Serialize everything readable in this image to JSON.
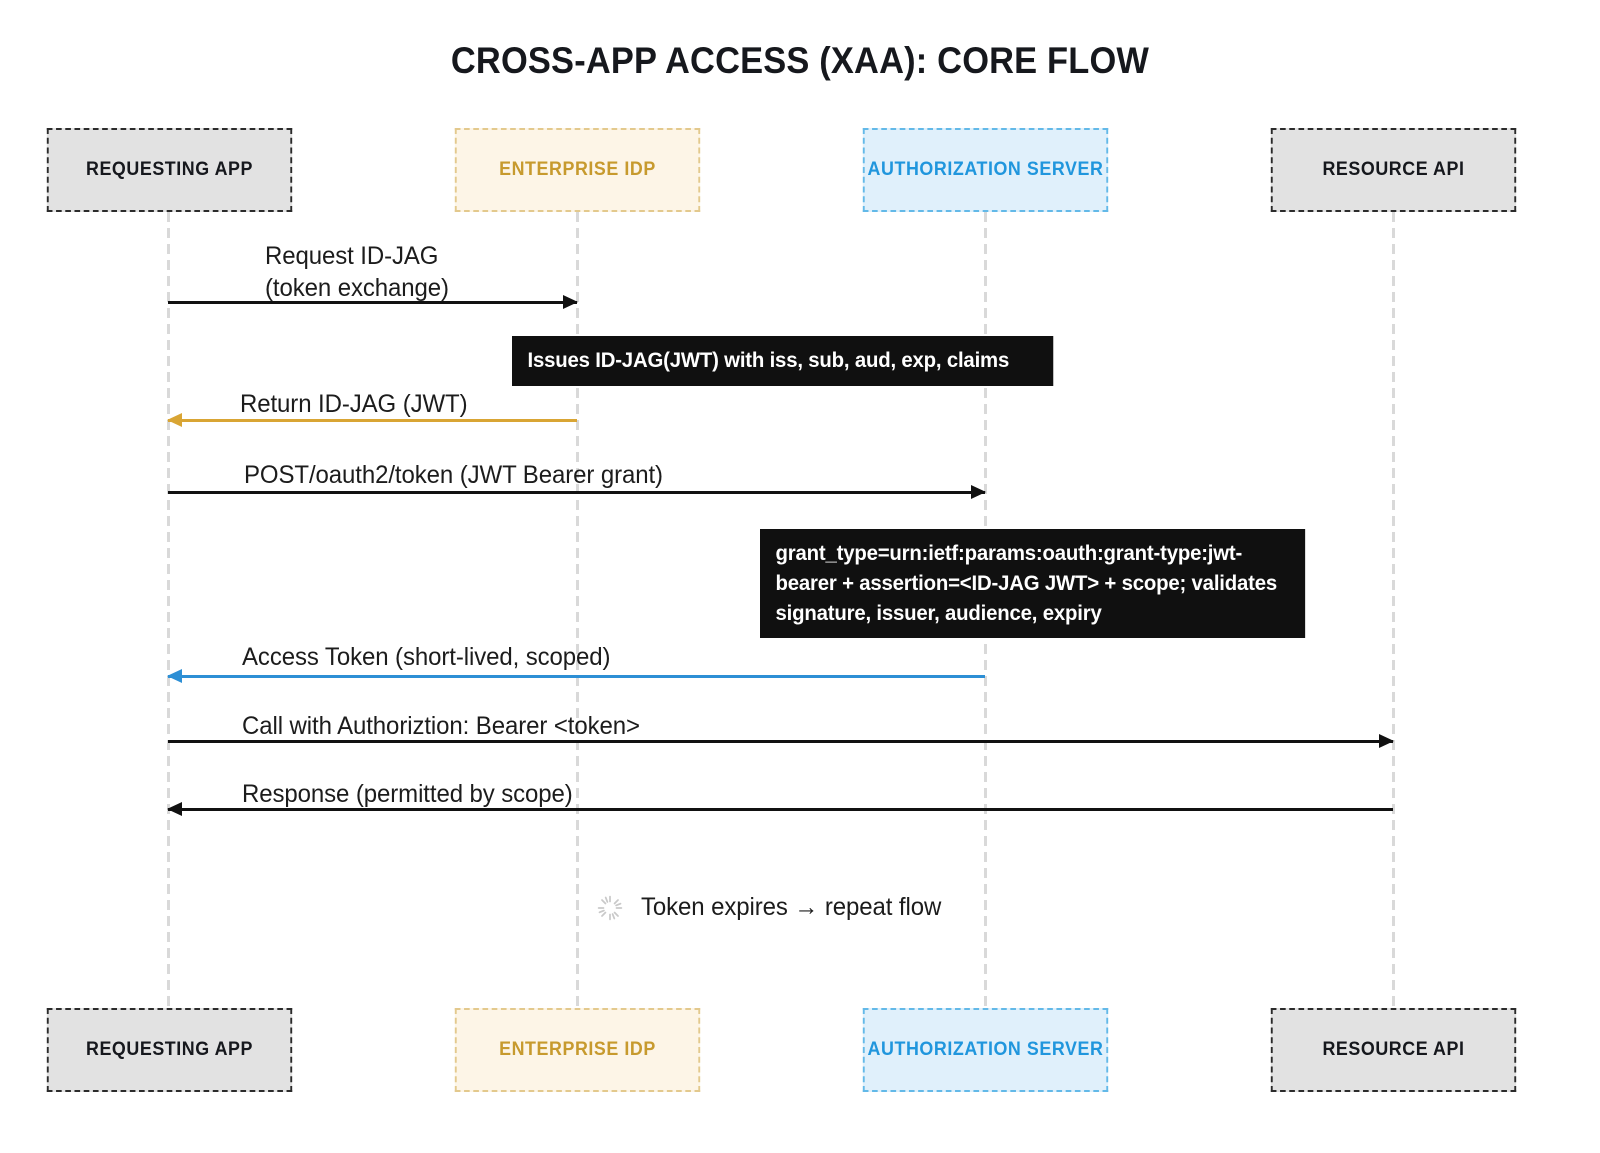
{
  "title": "CROSS-APP ACCESS (XAA): CORE FLOW",
  "colors": {
    "arrow_black": "#111111",
    "arrow_gold": "#d9a534",
    "arrow_blue": "#2d8fd5",
    "idp_text": "#c79a2e",
    "idp_fill": "#fdf5e7",
    "auth_text": "#2096dd",
    "auth_fill": "#e0f0fb",
    "gray_fill": "#e2e2e2",
    "note_bg": "#101010",
    "lifeline": "#d9d9d9"
  },
  "participants": [
    {
      "id": "requesting-app",
      "label": "REQUESTING APP",
      "style": "gray"
    },
    {
      "id": "enterprise-idp",
      "label": "ENTERPRISE IdP",
      "style": "cream"
    },
    {
      "id": "authorization-server",
      "label": "AUTHORIZATION\nSERVER",
      "style": "blue"
    },
    {
      "id": "resource-api",
      "label": "RESOURCE API",
      "style": "gray"
    }
  ],
  "messages": [
    {
      "id": "request-id-jag",
      "label": "Request ID-JAG\n(token exchange)",
      "from": "requesting-app",
      "to": "enterprise-idp",
      "direction": "right",
      "color": "#111111"
    },
    {
      "id": "return-id-jag",
      "label": "Return ID-JAG (JWT)",
      "from": "enterprise-idp",
      "to": "requesting-app",
      "direction": "left",
      "color": "#d9a534"
    },
    {
      "id": "post-oauth-token",
      "label": "POST/oauth2/token (JWT Bearer grant)",
      "from": "requesting-app",
      "to": "authorization-server",
      "direction": "right",
      "color": "#111111"
    },
    {
      "id": "access-token",
      "label": "Access Token (short-lived, scoped)",
      "from": "authorization-server",
      "to": "requesting-app",
      "direction": "left",
      "color": "#2d8fd5"
    },
    {
      "id": "call-with-bearer",
      "label": "Call with Authoriztion: Bearer <token>",
      "from": "requesting-app",
      "to": "resource-api",
      "direction": "right",
      "color": "#111111"
    },
    {
      "id": "response-scope",
      "label": "Response (permitted by scope)",
      "from": "resource-api",
      "to": "requesting-app",
      "direction": "left",
      "color": "#111111"
    }
  ],
  "notes": [
    {
      "id": "note-issues-id-jag",
      "text": "Issues ID-JAG(JWT) with iss, sub, aud, exp, claims"
    },
    {
      "id": "note-grant-type",
      "text": "grant_type=urn:ietf:params:oauth:grant-type:jwt-\nbearer + assertion=<ID-JAG JWT> + scope; validates\nsignature, issuer, audience, expiry"
    }
  ],
  "expiry_marker": {
    "icon": "spinner-icon",
    "text": "Token expires → repeat flow"
  }
}
